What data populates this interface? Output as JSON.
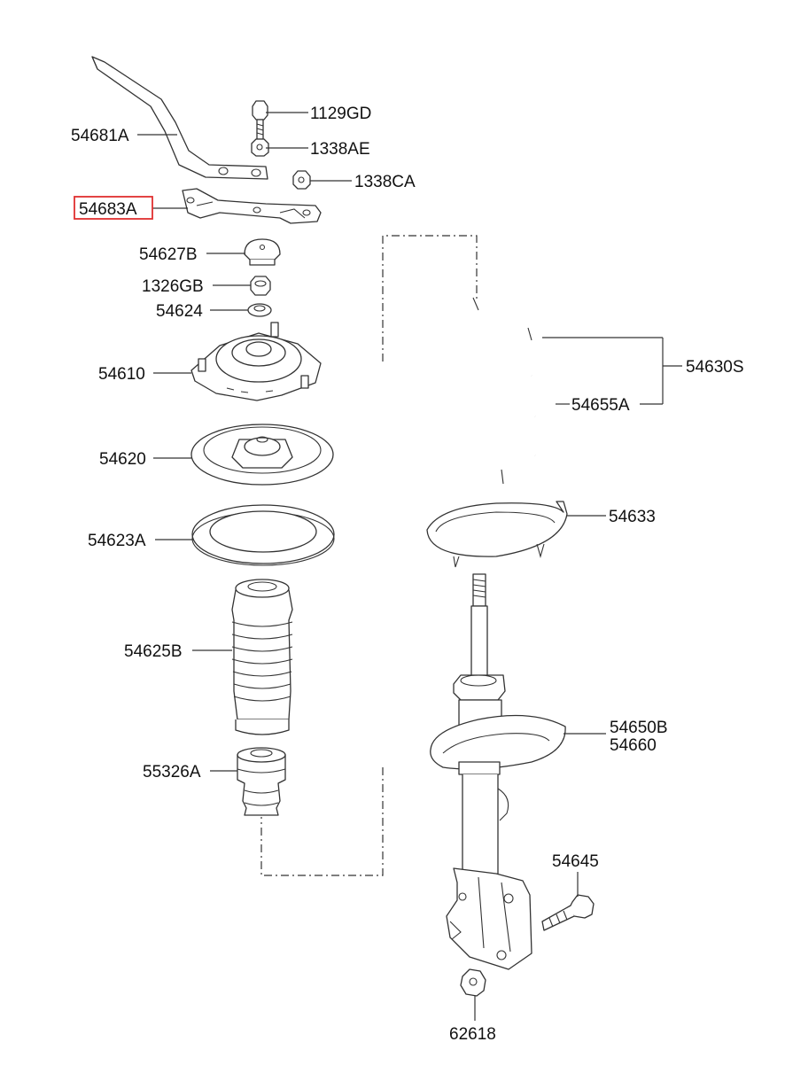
{
  "colors": {
    "line": "#333333",
    "text": "#111111",
    "highlight": "#e03030",
    "background": "#ffffff"
  },
  "highlighted_part": "54683A",
  "labels": {
    "p54681A": "54681A",
    "p1129GD": "1129GD",
    "p1338AE": "1338AE",
    "p1338CA": "1338CA",
    "p54683A": "54683A",
    "p54627B": "54627B",
    "p1326GB": "1326GB",
    "p54624": "54624",
    "p54610": "54610",
    "p54620": "54620",
    "p54623A": "54623A",
    "p54625B": "54625B",
    "p55326A": "55326A",
    "p54630S": "54630S",
    "p54655A": "54655A",
    "p54633": "54633",
    "p54650B": "54650B",
    "p54660": "54660",
    "p54645": "54645",
    "p62618": "62618"
  }
}
